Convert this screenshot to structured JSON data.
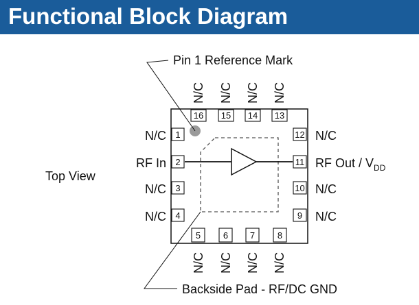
{
  "header": {
    "title": "Functional Block Diagram"
  },
  "diagram": {
    "top_view_label": "Top View",
    "pin1_mark_label": "Pin 1 Reference Mark",
    "backside_pad_label": "Backside Pad - RF/DC GND",
    "rf_out_label_main": "RF Out / V",
    "rf_out_label_sub": "DD",
    "pins": {
      "p1": {
        "number": "1",
        "label": "N/C"
      },
      "p2": {
        "number": "2",
        "label": "RF In"
      },
      "p3": {
        "number": "3",
        "label": "N/C"
      },
      "p4": {
        "number": "4",
        "label": "N/C"
      },
      "p5": {
        "number": "5",
        "label": "N/C"
      },
      "p6": {
        "number": "6",
        "label": "N/C"
      },
      "p7": {
        "number": "7",
        "label": "N/C"
      },
      "p8": {
        "number": "8",
        "label": "N/C"
      },
      "p9": {
        "number": "9",
        "label": "N/C"
      },
      "p10": {
        "number": "10",
        "label": "N/C"
      },
      "p11": {
        "number": "11"
      },
      "p12": {
        "number": "12",
        "label": "N/C"
      },
      "p13": {
        "number": "13",
        "label": "N/C"
      },
      "p14": {
        "number": "14",
        "label": "N/C"
      },
      "p15": {
        "number": "15",
        "label": "N/C"
      },
      "p16": {
        "number": "16",
        "label": "N/C"
      }
    }
  }
}
